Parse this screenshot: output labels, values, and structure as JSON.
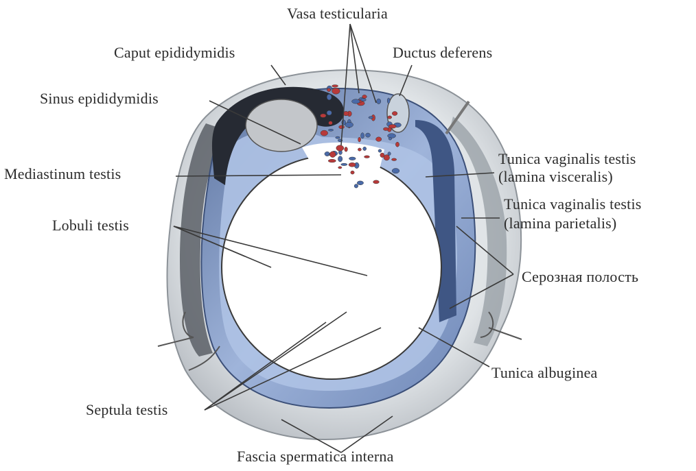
{
  "labels": {
    "vasa_testicularia": "Vasa testicularia",
    "caput_epididymidis": "Caput epididymidis",
    "ductus_deferens": "Ductus deferens",
    "sinus_epididymidis": "Sinus epididymidis",
    "mediastinum_testis": "Mediastinum testis",
    "tunica_vaginalis_visceralis_line1": "Tunica vaginalis testis",
    "tunica_vaginalis_visceralis_line2": "(lamina visceralis)",
    "tunica_vaginalis_parietalis_line1": "Tunica vaginalis testis",
    "tunica_vaginalis_parietalis_line2": "(lamina parietalis)",
    "lobuli_testis": "Lobuli testis",
    "serous_cavity": "Серозная полость",
    "tunica_albuginea": "Tunica albuginea",
    "septula_testis": "Septula testis",
    "fascia_spermatica_interna": "Fascia spermatica interna"
  },
  "colors": {
    "outer_fascia": "#dfe3e6",
    "vaginal_parietal": "#7f97bf",
    "serous_cavity": "#a9bde0",
    "albuginea": "#ffffff",
    "lobule": "#b9b9bd",
    "septa": "#ffffff",
    "epididymis_dark": "#2a2f3c",
    "epididymis_body": "#c7c9cc",
    "vessel_red": "#b83a3a",
    "vessel_blue": "#4a6aa8",
    "leader": "#3a3a3a",
    "text": "#2b2b2b"
  }
}
